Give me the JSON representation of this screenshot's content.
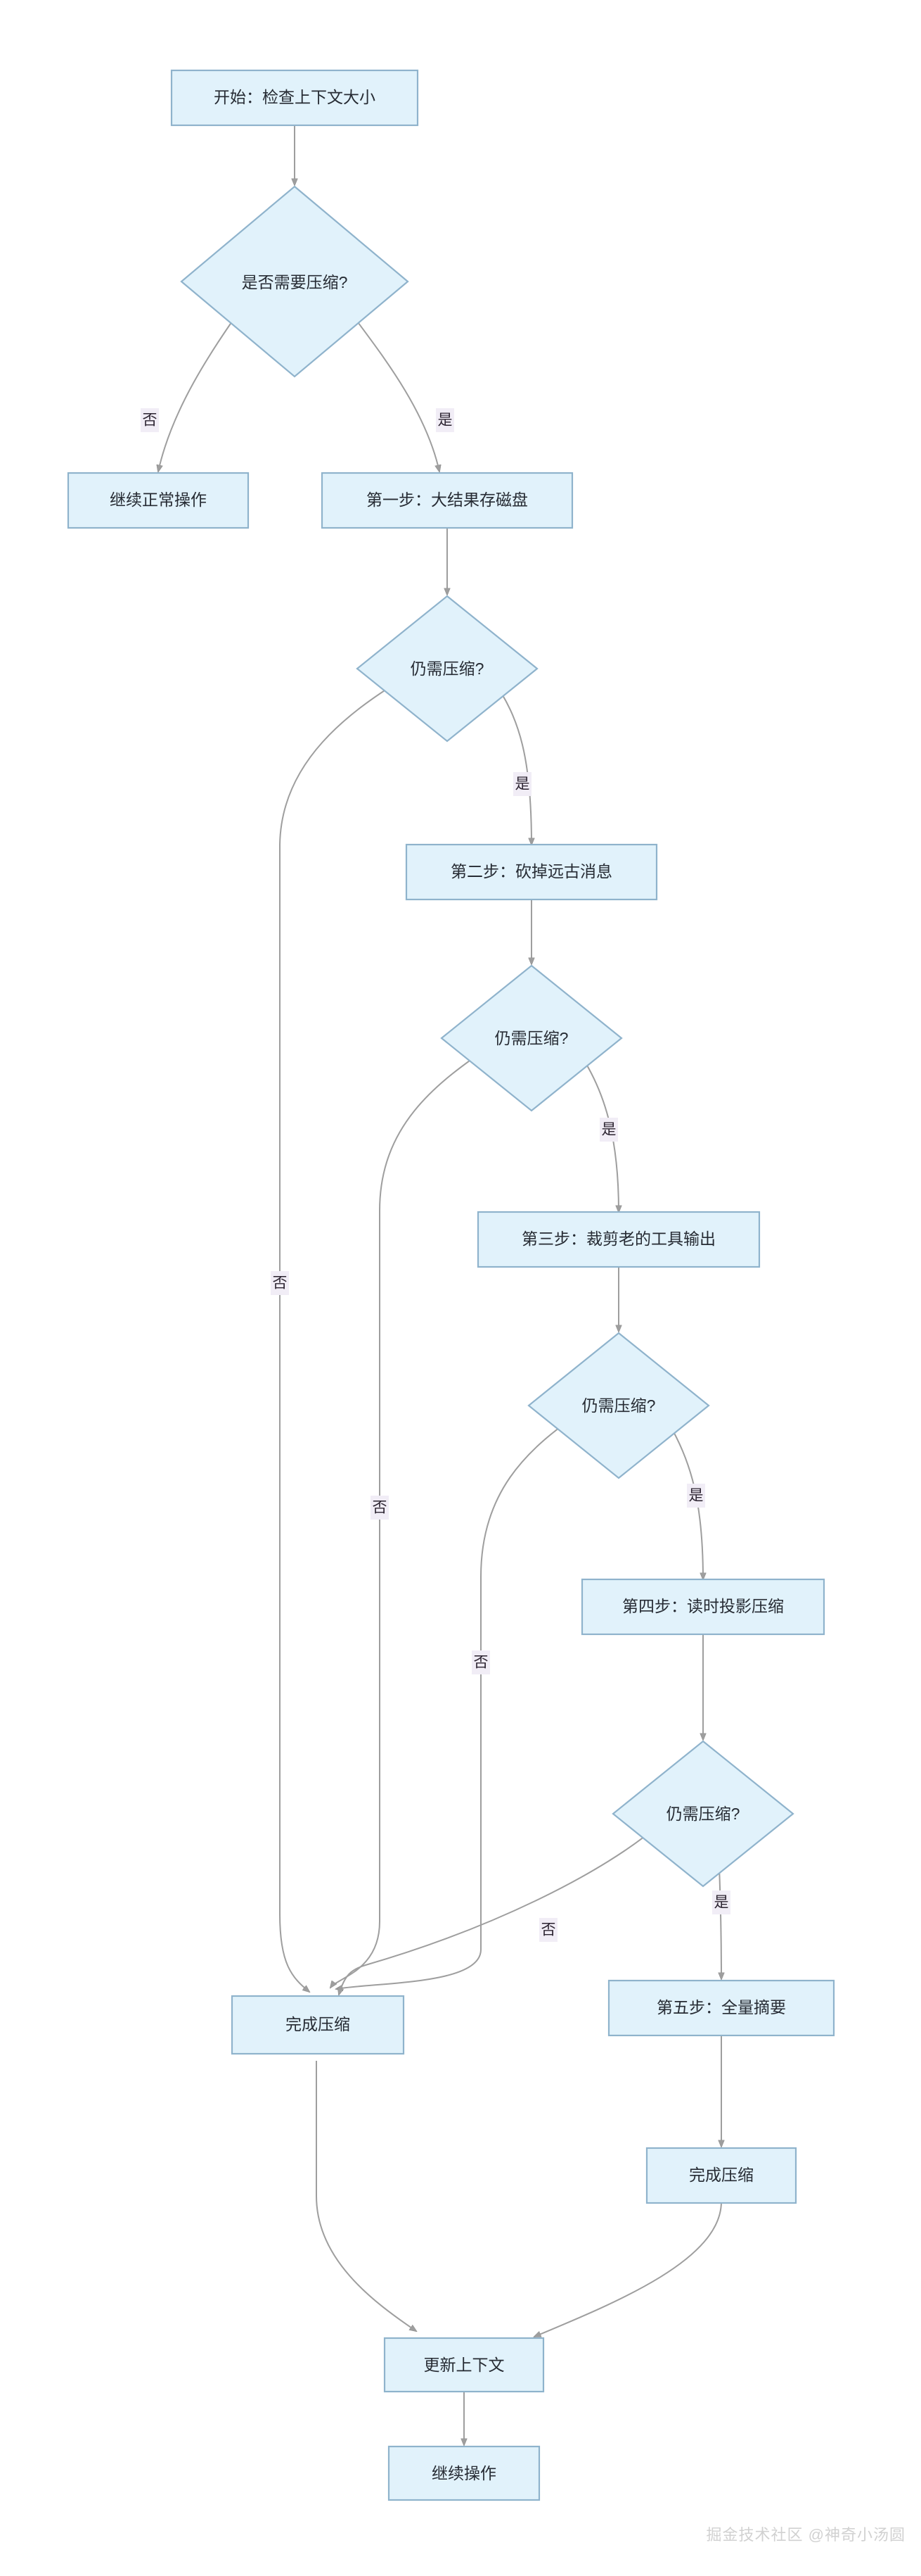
{
  "diagram": {
    "type": "flowchart",
    "title": "",
    "orientation": "top-down",
    "theme": {
      "node_fill": "#e1f2fb",
      "node_stroke": "#8fb3cc",
      "edge_stroke": "#9e9e9e",
      "edge_label_bg": "#f1edf6",
      "text_color": "#262b33",
      "background": "#ffffff"
    },
    "nodes": [
      {
        "id": "start",
        "shape": "rect",
        "label": "开始：检查上下文大小"
      },
      {
        "id": "need",
        "shape": "diamond",
        "label": "是否需要压缩?"
      },
      {
        "id": "normal",
        "shape": "rect",
        "label": "继续正常操作"
      },
      {
        "id": "step1",
        "shape": "rect",
        "label": "第一步：大结果存磁盘"
      },
      {
        "id": "check1",
        "shape": "diamond",
        "label": "仍需压缩?"
      },
      {
        "id": "step2",
        "shape": "rect",
        "label": "第二步：砍掉远古消息"
      },
      {
        "id": "check2",
        "shape": "diamond",
        "label": "仍需压缩?"
      },
      {
        "id": "step3",
        "shape": "rect",
        "label": "第三步：裁剪老的工具输出"
      },
      {
        "id": "check3",
        "shape": "diamond",
        "label": "仍需压缩?"
      },
      {
        "id": "step4",
        "shape": "rect",
        "label": "第四步：读时投影压缩"
      },
      {
        "id": "check4",
        "shape": "diamond",
        "label": "仍需压缩?"
      },
      {
        "id": "done_left",
        "shape": "rect",
        "label": "完成压缩"
      },
      {
        "id": "step5",
        "shape": "rect",
        "label": "第五步：全量摘要"
      },
      {
        "id": "done_right",
        "shape": "rect",
        "label": "完成压缩"
      },
      {
        "id": "update",
        "shape": "rect",
        "label": "更新上下文"
      },
      {
        "id": "continue",
        "shape": "rect",
        "label": "继续操作"
      }
    ],
    "edges": [
      {
        "from": "start",
        "to": "need",
        "label": ""
      },
      {
        "from": "need",
        "to": "normal",
        "label": "否"
      },
      {
        "from": "need",
        "to": "step1",
        "label": "是"
      },
      {
        "from": "step1",
        "to": "check1",
        "label": ""
      },
      {
        "from": "check1",
        "to": "done_left",
        "label": "否"
      },
      {
        "from": "check1",
        "to": "step2",
        "label": "是"
      },
      {
        "from": "step2",
        "to": "check2",
        "label": ""
      },
      {
        "from": "check2",
        "to": "done_left",
        "label": "否"
      },
      {
        "from": "check2",
        "to": "step3",
        "label": "是"
      },
      {
        "from": "step3",
        "to": "check3",
        "label": ""
      },
      {
        "from": "check3",
        "to": "done_left",
        "label": "否"
      },
      {
        "from": "check3",
        "to": "step4",
        "label": "是"
      },
      {
        "from": "step4",
        "to": "check4",
        "label": ""
      },
      {
        "from": "check4",
        "to": "done_left",
        "label": "否"
      },
      {
        "from": "check4",
        "to": "step5",
        "label": "是"
      },
      {
        "from": "step5",
        "to": "done_right",
        "label": ""
      },
      {
        "from": "done_left",
        "to": "update",
        "label": ""
      },
      {
        "from": "done_right",
        "to": "update",
        "label": ""
      },
      {
        "from": "update",
        "to": "continue",
        "label": ""
      }
    ]
  },
  "labels": {
    "start": "开始：检查上下文大小",
    "need": "是否需要压缩?",
    "normal": "继续正常操作",
    "step1": "第一步：大结果存磁盘",
    "check1": "仍需压缩?",
    "step2": "第二步：砍掉远古消息",
    "check2": "仍需压缩?",
    "step3": "第三步：裁剪老的工具输出",
    "check3": "仍需压缩?",
    "step4": "第四步：读时投影压缩",
    "check4": "仍需压缩?",
    "done_left": "完成压缩",
    "step5": "第五步：全量摘要",
    "done_right": "完成压缩",
    "update": "更新上下文",
    "continue": "继续操作"
  },
  "edge_labels": {
    "need_no": "否",
    "need_yes": "是",
    "check1_yes": "是",
    "check1_no": "否",
    "check2_yes": "是",
    "check2_no": "否",
    "check3_yes": "是",
    "check3_no": "否",
    "check4_yes": "是",
    "check4_no": "否"
  },
  "watermark": {
    "text": "掘金技术社区 @神奇小汤圆"
  }
}
